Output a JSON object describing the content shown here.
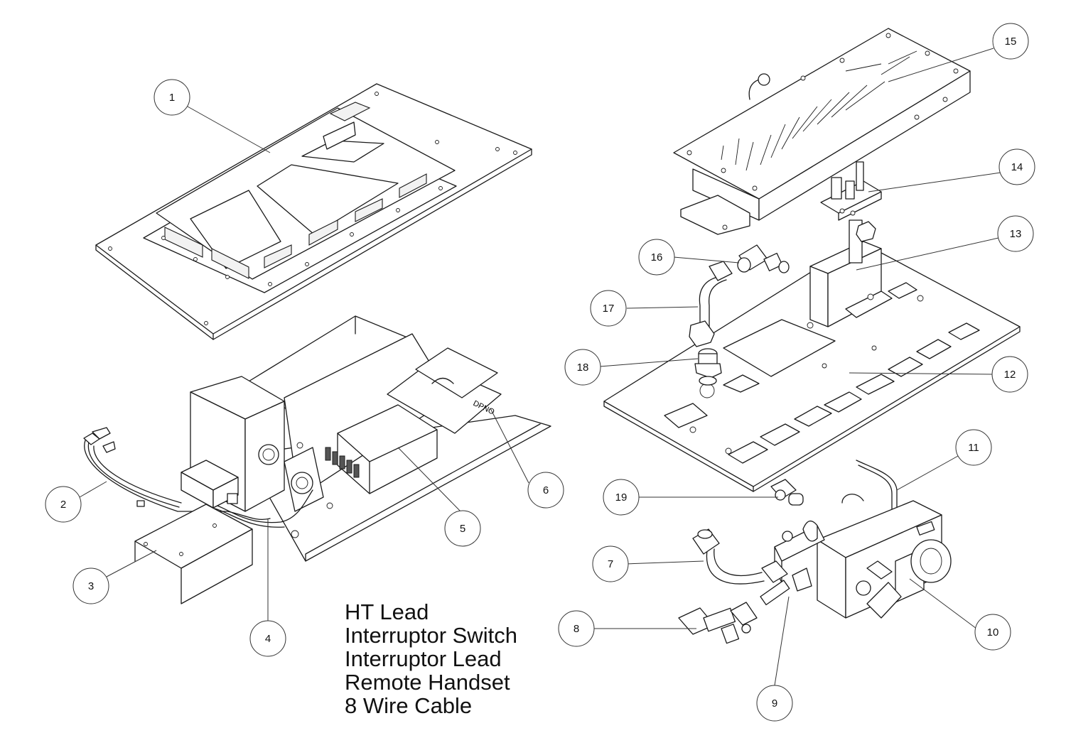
{
  "callouts": [
    {
      "label": "1"
    },
    {
      "label": "2"
    },
    {
      "label": "3"
    },
    {
      "label": "4"
    },
    {
      "label": "5"
    },
    {
      "label": "6"
    },
    {
      "label": "7"
    },
    {
      "label": "8"
    },
    {
      "label": "9"
    },
    {
      "label": "10"
    },
    {
      "label": "11"
    },
    {
      "label": "12"
    },
    {
      "label": "13"
    },
    {
      "label": "14"
    },
    {
      "label": "15"
    },
    {
      "label": "16"
    },
    {
      "label": "17"
    },
    {
      "label": "18"
    },
    {
      "label": "19"
    }
  ],
  "legend": [
    "HT Lead",
    "Interruptor Switch",
    "Interruptor Lead",
    "Remote Handset",
    "8 Wire Cable"
  ],
  "relay_label": "DPNO"
}
